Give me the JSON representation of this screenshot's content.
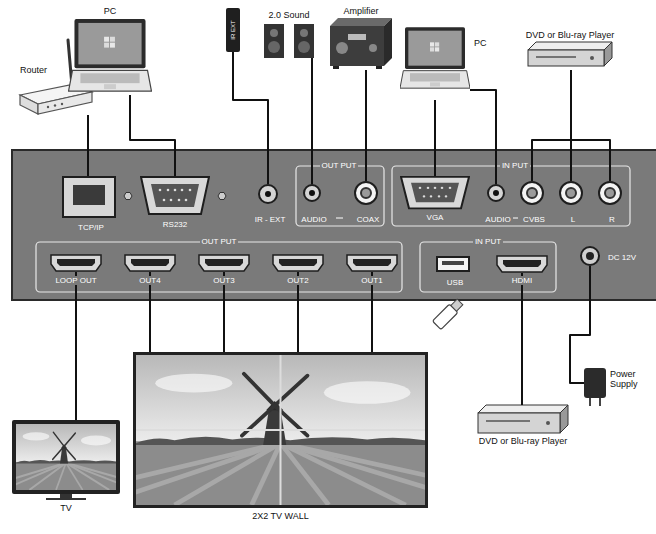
{
  "diagram": {
    "nodes": [
      {
        "text": [
          "Router"
        ]
      },
      {
        "text": [
          "PC"
        ]
      },
      {
        "text": [
          "IR EXT"
        ]
      },
      {
        "text": [
          "2.0 Sound"
        ]
      },
      {
        "text": [
          "Amplifier"
        ]
      },
      {
        "text": [
          "PC"
        ]
      },
      {
        "text": [
          "DVD or Blu-ray Player"
        ]
      },
      {
        "text": [
          "TCP/IP"
        ]
      },
      {
        "text": [
          "RS232"
        ]
      },
      {
        "text": [
          "IR - EXT"
        ]
      },
      {
        "text": [
          "AUDIO"
        ]
      },
      {
        "text": [
          "COAX"
        ]
      },
      {
        "text": [
          "VGA"
        ]
      },
      {
        "text": [
          "AUDIO"
        ]
      },
      {
        "text": [
          "CVBS"
        ]
      },
      {
        "text": [
          "L"
        ]
      },
      {
        "text": [
          "R"
        ]
      },
      {
        "text": [
          "LOOP OUT"
        ]
      },
      {
        "text": [
          "OUT4"
        ]
      },
      {
        "text": [
          "OUT3"
        ]
      },
      {
        "text": [
          "OUT2"
        ]
      },
      {
        "text": [
          "OUT1"
        ]
      },
      {
        "text": [
          "USB"
        ]
      },
      {
        "text": [
          "HDMI"
        ]
      },
      {
        "text": [
          "DC 12V"
        ]
      },
      {
        "text": [
          "TV"
        ]
      },
      {
        "text": [
          "2X2 TV WALL"
        ]
      },
      {
        "text": [
          "DVD or Blu-ray Player"
        ]
      },
      {
        "text": [
          "Power Supply"
        ]
      }
    ],
    "edges": [
      {
        "from": 0,
        "to": 7,
        "arrow": "none"
      },
      {
        "from": 1,
        "to": 8,
        "arrow": "none"
      },
      {
        "from": 2,
        "to": 9,
        "arrow": "none"
      },
      {
        "from": 3,
        "to": 10,
        "arrow": "none"
      },
      {
        "from": 4,
        "to": 11,
        "arrow": "none"
      },
      {
        "from": 5,
        "to": 12,
        "arrow": "none"
      },
      {
        "from": 5,
        "to": 13,
        "arrow": "none"
      },
      {
        "from": 6,
        "to": 14,
        "arrow": "none"
      },
      {
        "from": 6,
        "to": 15,
        "arrow": "none"
      },
      {
        "from": 6,
        "to": 16,
        "arrow": "none"
      },
      {
        "from": 17,
        "to": 25,
        "arrow": "none"
      },
      {
        "from": 18,
        "to": 26,
        "arrow": "none"
      },
      {
        "from": 19,
        "to": 26,
        "arrow": "none"
      },
      {
        "from": 20,
        "to": 26,
        "arrow": "none"
      },
      {
        "from": 21,
        "to": 26,
        "arrow": "none"
      },
      {
        "from": 23,
        "to": 27,
        "arrow": "none"
      },
      {
        "from": 24,
        "to": 28,
        "arrow": "none"
      }
    ],
    "labels": [
      "OUT PUT",
      "IN PUT",
      "OUT PUT",
      "IN PUT"
    ]
  }
}
